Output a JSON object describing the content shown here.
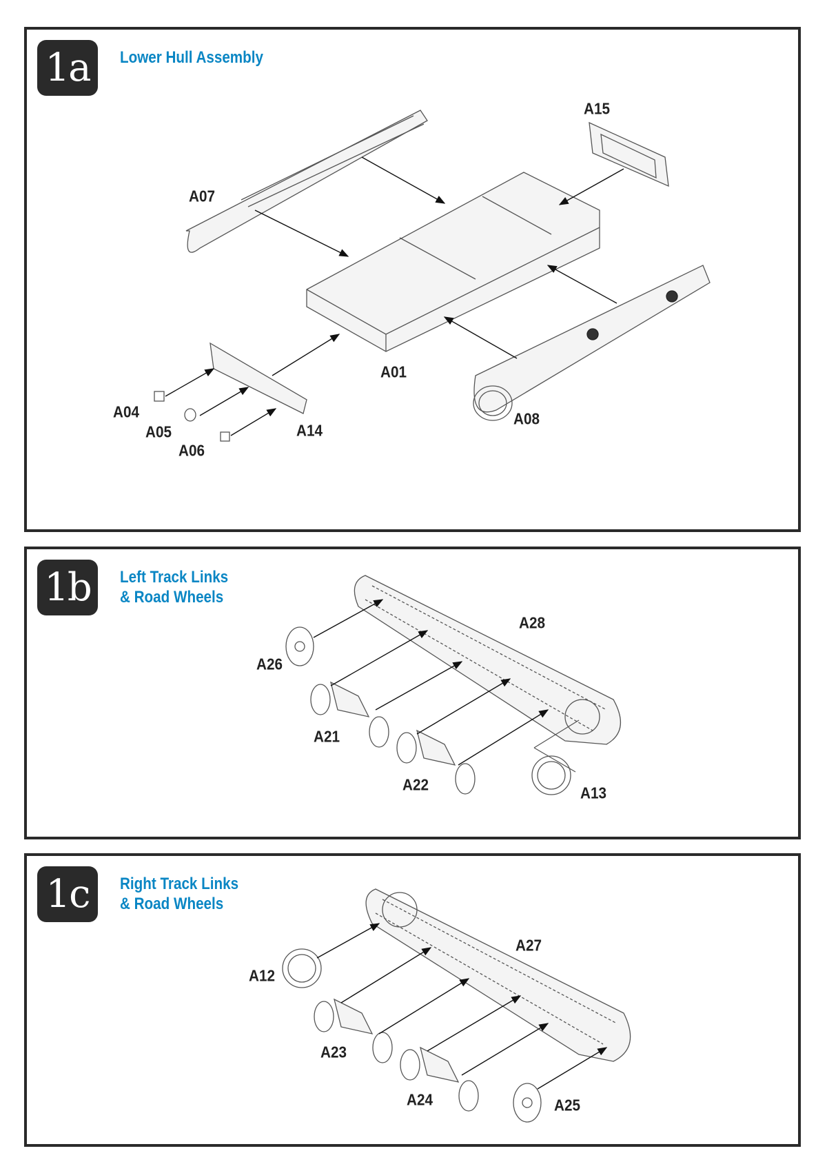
{
  "steps": [
    {
      "number": "1a",
      "title_lines": [
        "Lower Hull Assembly"
      ],
      "parts": [
        "A15",
        "A07",
        "A01",
        "A04",
        "A05",
        "A06",
        "A14",
        "A08"
      ]
    },
    {
      "number": "1b",
      "title_lines": [
        "Left Track Links",
        "& Road Wheels"
      ],
      "parts": [
        "A28",
        "A26",
        "A21",
        "A22",
        "A13"
      ]
    },
    {
      "number": "1c",
      "title_lines": [
        "Right Track Links",
        "& Road Wheels"
      ],
      "parts": [
        "A27",
        "A12",
        "A23",
        "A24",
        "A25"
      ]
    }
  ],
  "colors": {
    "title": "#0a86c4",
    "frame": "#2a2a2a"
  }
}
